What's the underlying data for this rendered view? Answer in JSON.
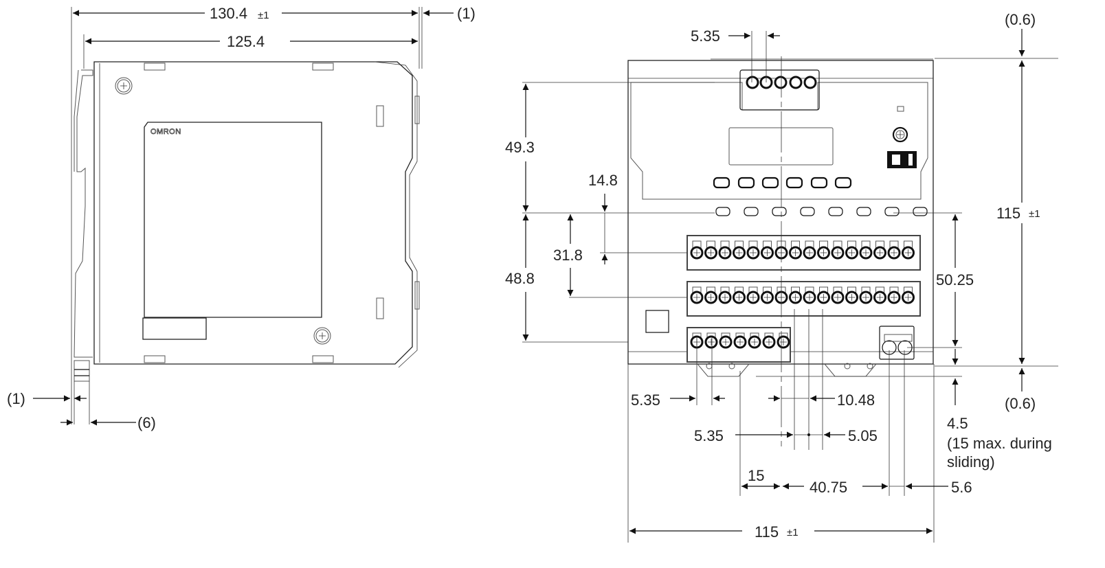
{
  "side_view": {
    "brand_logo": "OMRON",
    "dimensions": {
      "overall_depth": "130.4",
      "overall_depth_tol": "±1",
      "body_depth": "125.4",
      "right_gap": "(1)",
      "left_gap": "(1)",
      "rail_clip": "(6)"
    }
  },
  "front_view": {
    "dimensions": {
      "top_pitch": "5.35",
      "upper_height": "49.3",
      "led_offset": "14.8",
      "row_offset": "31.8",
      "lower_height": "48.8",
      "terminal_span": "50.25",
      "overall_height": "115",
      "overall_height_tol": "±1",
      "top_gap": "(0.6)",
      "bottom_gap": "(0.6)",
      "slide_travel": "4.5",
      "slide_note_line1": "(15 max. during",
      "slide_note_line2": "sliding)",
      "bottom_pitch": "5.35",
      "row_pitch_a": "10.48",
      "mid_pitch": "5.35",
      "mid_pitch_b": "5.05",
      "left_offset": "15",
      "center_to_power": "40.75",
      "power_pitch": "5.6",
      "overall_width": "115",
      "overall_width_tol": "±1"
    }
  },
  "colors": {
    "line": "#111111",
    "text": "#222222",
    "background": "#ffffff"
  }
}
